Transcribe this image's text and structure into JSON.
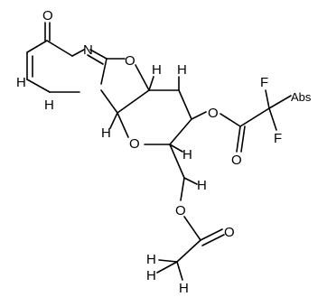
{
  "molecule": {
    "atoms": {
      "o_carbonyl_ring": "O",
      "n_ring": "N",
      "o_oxazole": "O",
      "o_furan": "O",
      "o_tfa_ester": "O",
      "o_tfa_carbonyl": "O",
      "f_top": "F",
      "f_right": "Abs",
      "f_bottom": "F",
      "o_acetyl_ester": "O",
      "o_acetyl_carbonyl": "O"
    },
    "stereo_h": {
      "h_ring_left": "H",
      "h_ring_bottom": "H",
      "h_c3a": "H",
      "h_c3": "H",
      "h_c9a": "H",
      "h_c2": "H",
      "h_ch2": "H",
      "h_me_a": "H",
      "h_me_b": "H",
      "h_me_c": "H"
    },
    "colors": {
      "line": "#000000",
      "background": "#ffffff"
    }
  }
}
